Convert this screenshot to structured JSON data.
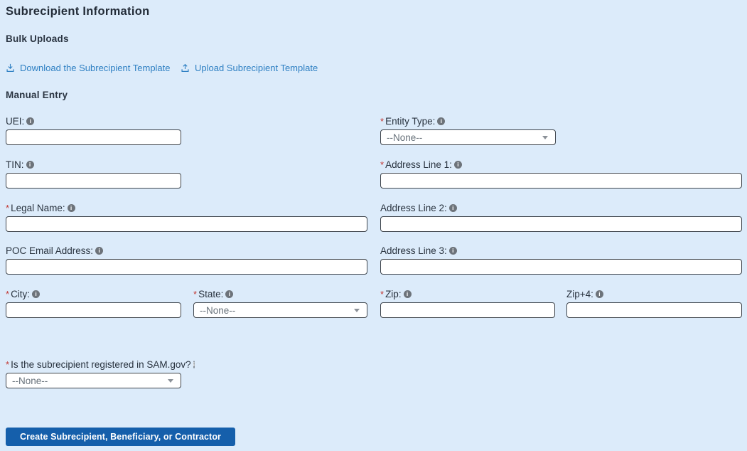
{
  "title": "Subrecipient Information",
  "sections": {
    "bulk_uploads": "Bulk Uploads",
    "manual_entry": "Manual Entry"
  },
  "links": {
    "download_label": "Download the Subrecipient Template",
    "upload_label": "Upload Subrecipient Template"
  },
  "icons": {
    "download": "download-icon",
    "upload": "upload-icon",
    "info": "info-icon",
    "select_caret": "chevron-down-icon"
  },
  "fields": {
    "uei": {
      "label": "UEI:",
      "value": ""
    },
    "entity_type": {
      "label": "Entity Type:",
      "required_mark": "*",
      "value": "--None--"
    },
    "tin": {
      "label": "TIN:",
      "value": ""
    },
    "address_line_1": {
      "label": "Address Line 1:",
      "required_mark": "*",
      "value": ""
    },
    "legal_name": {
      "label": "Legal Name:",
      "required_mark": "*",
      "value": ""
    },
    "address_line_2": {
      "label": "Address Line 2:",
      "value": ""
    },
    "poc_email": {
      "label": "POC Email Address:",
      "value": ""
    },
    "address_line_3": {
      "label": "Address Line 3:",
      "value": ""
    },
    "city": {
      "label": "City:",
      "required_mark": "*",
      "value": ""
    },
    "state": {
      "label": "State:",
      "required_mark": "*",
      "value": "--None--"
    },
    "zip": {
      "label": "Zip:",
      "required_mark": "*",
      "value": ""
    },
    "zip_plus_4": {
      "label": "Zip+4:",
      "value": ""
    },
    "sam_registered": {
      "label": "Is the subrecipient registered in SAM.gov?",
      "required_mark": "*",
      "value": "--None--"
    }
  },
  "buttons": {
    "create": "Create Subrecipient, Beneficiary, or Contractor"
  },
  "colors": {
    "background": "#dcebfa",
    "link": "#2f80c3",
    "button": "#155fab",
    "required": "#c23934"
  }
}
